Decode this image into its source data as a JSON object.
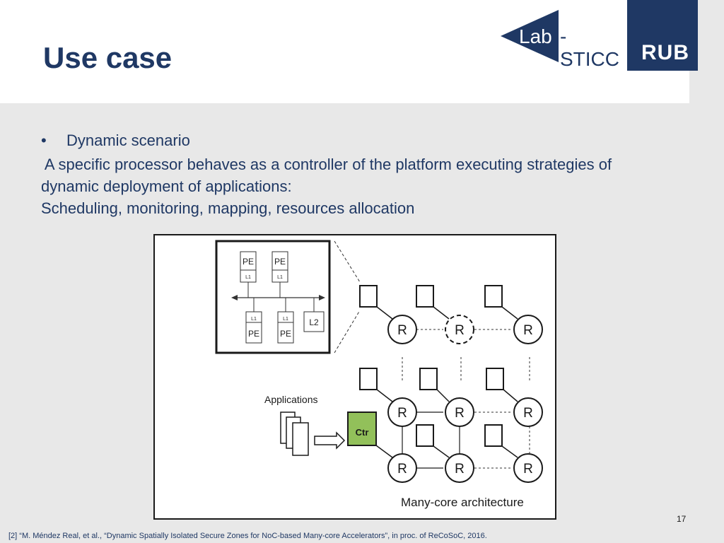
{
  "slide": {
    "title": "Use case",
    "bullet": "Dynamic scenario",
    "bullet_glyph": "•",
    "paragraph_line1": " A specific processor behaves as a controller of the platform executing strategies of",
    "paragraph_line2": "dynamic deployment of applications:",
    "paragraph_line3": "Scheduling, monitoring, mapping, resources allocation",
    "page_number": "17",
    "footnote": "[2] “M. Méndez Real, et al., “Dynamic Spatially Isolated Secure Zones for NoC-based Many-core Accelerators”, in proc. of ReCoSoC, 2016."
  },
  "logos": {
    "lab_part1": "Lab",
    "lab_part2": "-STICC",
    "rub": "RUB"
  },
  "diagram": {
    "pe_label": "PE",
    "l1_label": "L1",
    "l2_label": "L2",
    "router_label": "R",
    "controller_label": "Ctr",
    "applications_label": "Applications",
    "architecture_label": "Many-core architecture",
    "controller_color": "#92c05a"
  },
  "colors": {
    "title": "#1f3864",
    "logo_navy": "#1f3864"
  }
}
